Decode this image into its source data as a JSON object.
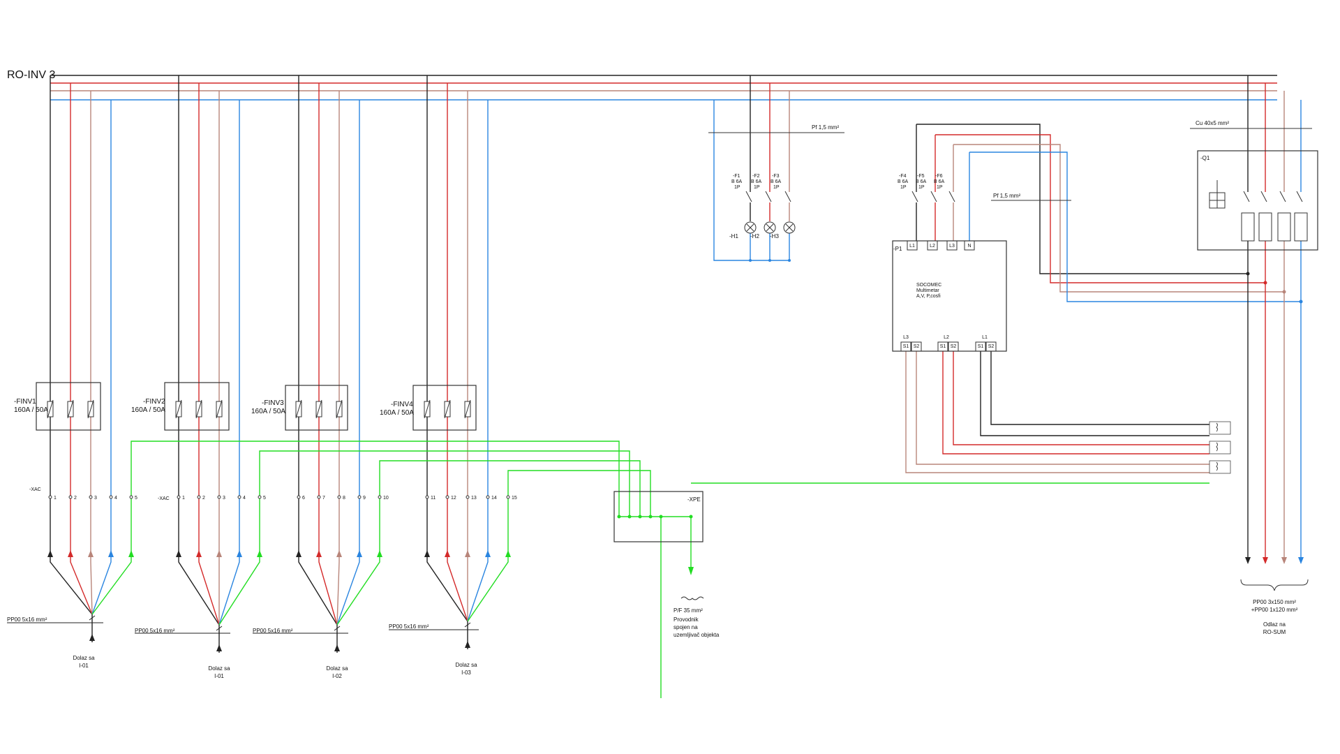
{
  "title": "RO-INV 3",
  "colors": {
    "L1": "#222222",
    "L2": "#d42a2a",
    "L3": "#b8857a",
    "N": "#2a85e0",
    "PE": "#22dd22"
  },
  "inverters": [
    {
      "label": "-FINV1",
      "rating": "160A / 50A",
      "cable": "PP00 5x16 mm²",
      "source": [
        "Dolaz sa",
        "I-01"
      ],
      "terminal_prefix": "-XAC",
      "terminals": [
        "1",
        "2",
        "3",
        "4",
        "5"
      ]
    },
    {
      "label": "-FINV2",
      "rating": "160A / 50A",
      "cable": "PP00 5x16 mm²",
      "source": [
        "Dolaz sa",
        "I-01"
      ],
      "terminal_prefix": "-XAC",
      "terminals": [
        "1",
        "2",
        "3",
        "4",
        "5"
      ]
    },
    {
      "label": "-FINV3",
      "rating": "160A / 50A",
      "cable": "PP00 5x16 mm²",
      "source": [
        "Dolaz sa",
        "I-02"
      ],
      "terminal_prefix": "",
      "terminals": [
        "6",
        "7",
        "8",
        "9",
        "10"
      ]
    },
    {
      "label": "-FINV4",
      "rating": "160A / 50A",
      "cable": "PP00 5x16 mm²",
      "source": [
        "Dolaz sa",
        "I-03"
      ],
      "terminal_prefix": "",
      "terminals": [
        "11",
        "12",
        "13",
        "14",
        "15"
      ]
    }
  ],
  "pilot_lamps": {
    "cable": "Pf 1,5 mm²",
    "breakers": [
      {
        "name": "-F1",
        "rating": "B 6A",
        "poles": "1P",
        "lamp": "-H1"
      },
      {
        "name": "-F2",
        "rating": "B 6A",
        "poles": "1P",
        "lamp": "-H2"
      },
      {
        "name": "-F3",
        "rating": "B 6A",
        "poles": "1P",
        "lamp": "-H3"
      }
    ]
  },
  "meter": {
    "label": "-P1",
    "cable": "Pf 1,5 mm²",
    "description": [
      "SOCOMEC",
      "Multimetar",
      "A,V, P,cosfi"
    ],
    "inputs": [
      "L1",
      "L2",
      "L3",
      "N"
    ],
    "ct_groups": [
      {
        "phase": "L3",
        "s1": "S1",
        "s2": "S2"
      },
      {
        "phase": "L2",
        "s1": "S1",
        "s2": "S2"
      },
      {
        "phase": "L1",
        "s1": "S1",
        "s2": "S2"
      }
    ],
    "breakers": [
      {
        "name": "-F4",
        "rating": "B 6A",
        "poles": "1P"
      },
      {
        "name": "-F5",
        "rating": "B 6A",
        "poles": "1P"
      },
      {
        "name": "-F6",
        "rating": "B 6A",
        "poles": "1P"
      }
    ]
  },
  "main_switch": {
    "label": "-Q1",
    "busbar": "Cu 40x5 mm²"
  },
  "earth_bar": {
    "label": "-XPE",
    "cable": "P/F 35 mm²",
    "note": [
      "Provodnik",
      "spojen na",
      "uzemljivač objekta"
    ]
  },
  "output": {
    "cable": [
      "PP00 3x150 mm²",
      "+PP00 1x120 mm²"
    ],
    "destination": [
      "Odlaz na",
      "RO-SUM"
    ]
  }
}
